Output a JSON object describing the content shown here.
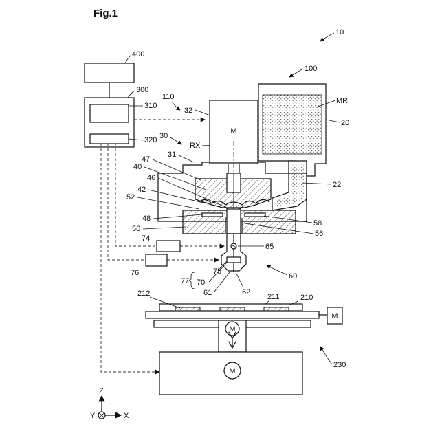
{
  "figure": {
    "title": "Fig.1"
  },
  "labels": {
    "l10": "10",
    "l100": "100",
    "l400": "400",
    "l300": "300",
    "l310": "310",
    "l320": "320",
    "l110": "110",
    "l32": "32",
    "l30": "30",
    "lRX": "RX",
    "l31": "31",
    "l47": "47",
    "l40": "40",
    "l46": "46",
    "l42": "42",
    "l52": "52",
    "l48": "48",
    "l50": "50",
    "l74": "74",
    "l76": "76",
    "l75": "75",
    "l77": "77",
    "l70": "70",
    "l61": "61",
    "l62": "62",
    "l60": "60",
    "l65": "65",
    "l56": "56",
    "l58": "58",
    "lMR": "MR",
    "l20": "20",
    "l22": "22",
    "l212": "212",
    "l211": "211",
    "l210": "210",
    "l230": "230"
  },
  "motors": {
    "screw_motor": "M",
    "stage_motor_side": "M",
    "lift_motor": "M",
    "base_motor": "M"
  },
  "axes": {
    "z": "Z",
    "y": "Y",
    "x": "X"
  }
}
